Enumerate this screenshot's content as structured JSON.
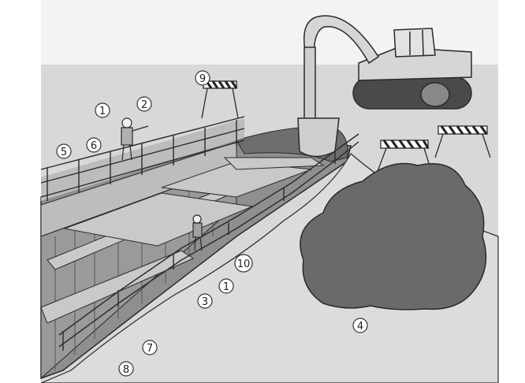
{
  "labels": {
    "n1a": "1",
    "n2": "2",
    "n5": "5",
    "n6": "6",
    "n9": "9",
    "n10": "10",
    "n1b": "1",
    "n3": "3",
    "n4": "4",
    "n7": "7",
    "n8": "8"
  },
  "colors": {
    "sky": "#f4f4f4",
    "ground": "#d9d9d9",
    "soil": "#6e6e6e",
    "excavator": "#d7d7d7",
    "outline": "#2a2a2a"
  }
}
